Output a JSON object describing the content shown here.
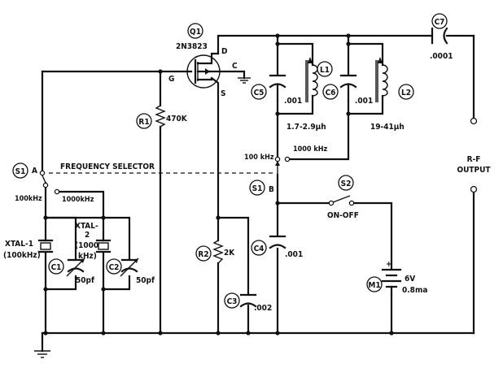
{
  "refs": {
    "Q1": "Q1",
    "R1": "R1",
    "R2": "R2",
    "C1": "C1",
    "C2": "C2",
    "C3": "C3",
    "C4": "C4",
    "C5": "C5",
    "C6": "C6",
    "C7": "C7",
    "L1": "L1",
    "L2": "L2",
    "S1": "S1",
    "S2": "S2",
    "M1": "M1"
  },
  "q1": {
    "part": "2N3823",
    "pin_g": "G",
    "pin_d": "D",
    "pin_s": "S",
    "pin_c": "C"
  },
  "values": {
    "r1": "470K",
    "r2": "2K",
    "c1": "50pf",
    "c2": "50pf",
    "c3": ".002",
    "c4": ".001",
    "c5": ".001",
    "c6": ".001",
    "c7": ".0001",
    "l1": "1.7-2.9μh",
    "l2": "19-41μh",
    "m1_volts": "6V",
    "m1_current": "0.8ma"
  },
  "switch_a": {
    "section": "A",
    "label": "FREQUENCY SELECTOR",
    "pos1": "100kHz",
    "pos2": "1000kHz"
  },
  "switch_b": {
    "section": "B",
    "pos1": "100 kHz",
    "pos2": "1000 kHz"
  },
  "crystals": {
    "xtal1_name": "XTAL-1",
    "xtal1_freq": "(100kHz)",
    "xtal2_name": "XTAL-",
    "xtal2_num": "2",
    "xtal2_freq1": "(1000",
    "xtal2_freq2": "kHz)"
  },
  "s2_label": "ON-OFF",
  "output": {
    "line1": "R-F",
    "line2": "OUTPUT"
  },
  "battery_plus": "+"
}
